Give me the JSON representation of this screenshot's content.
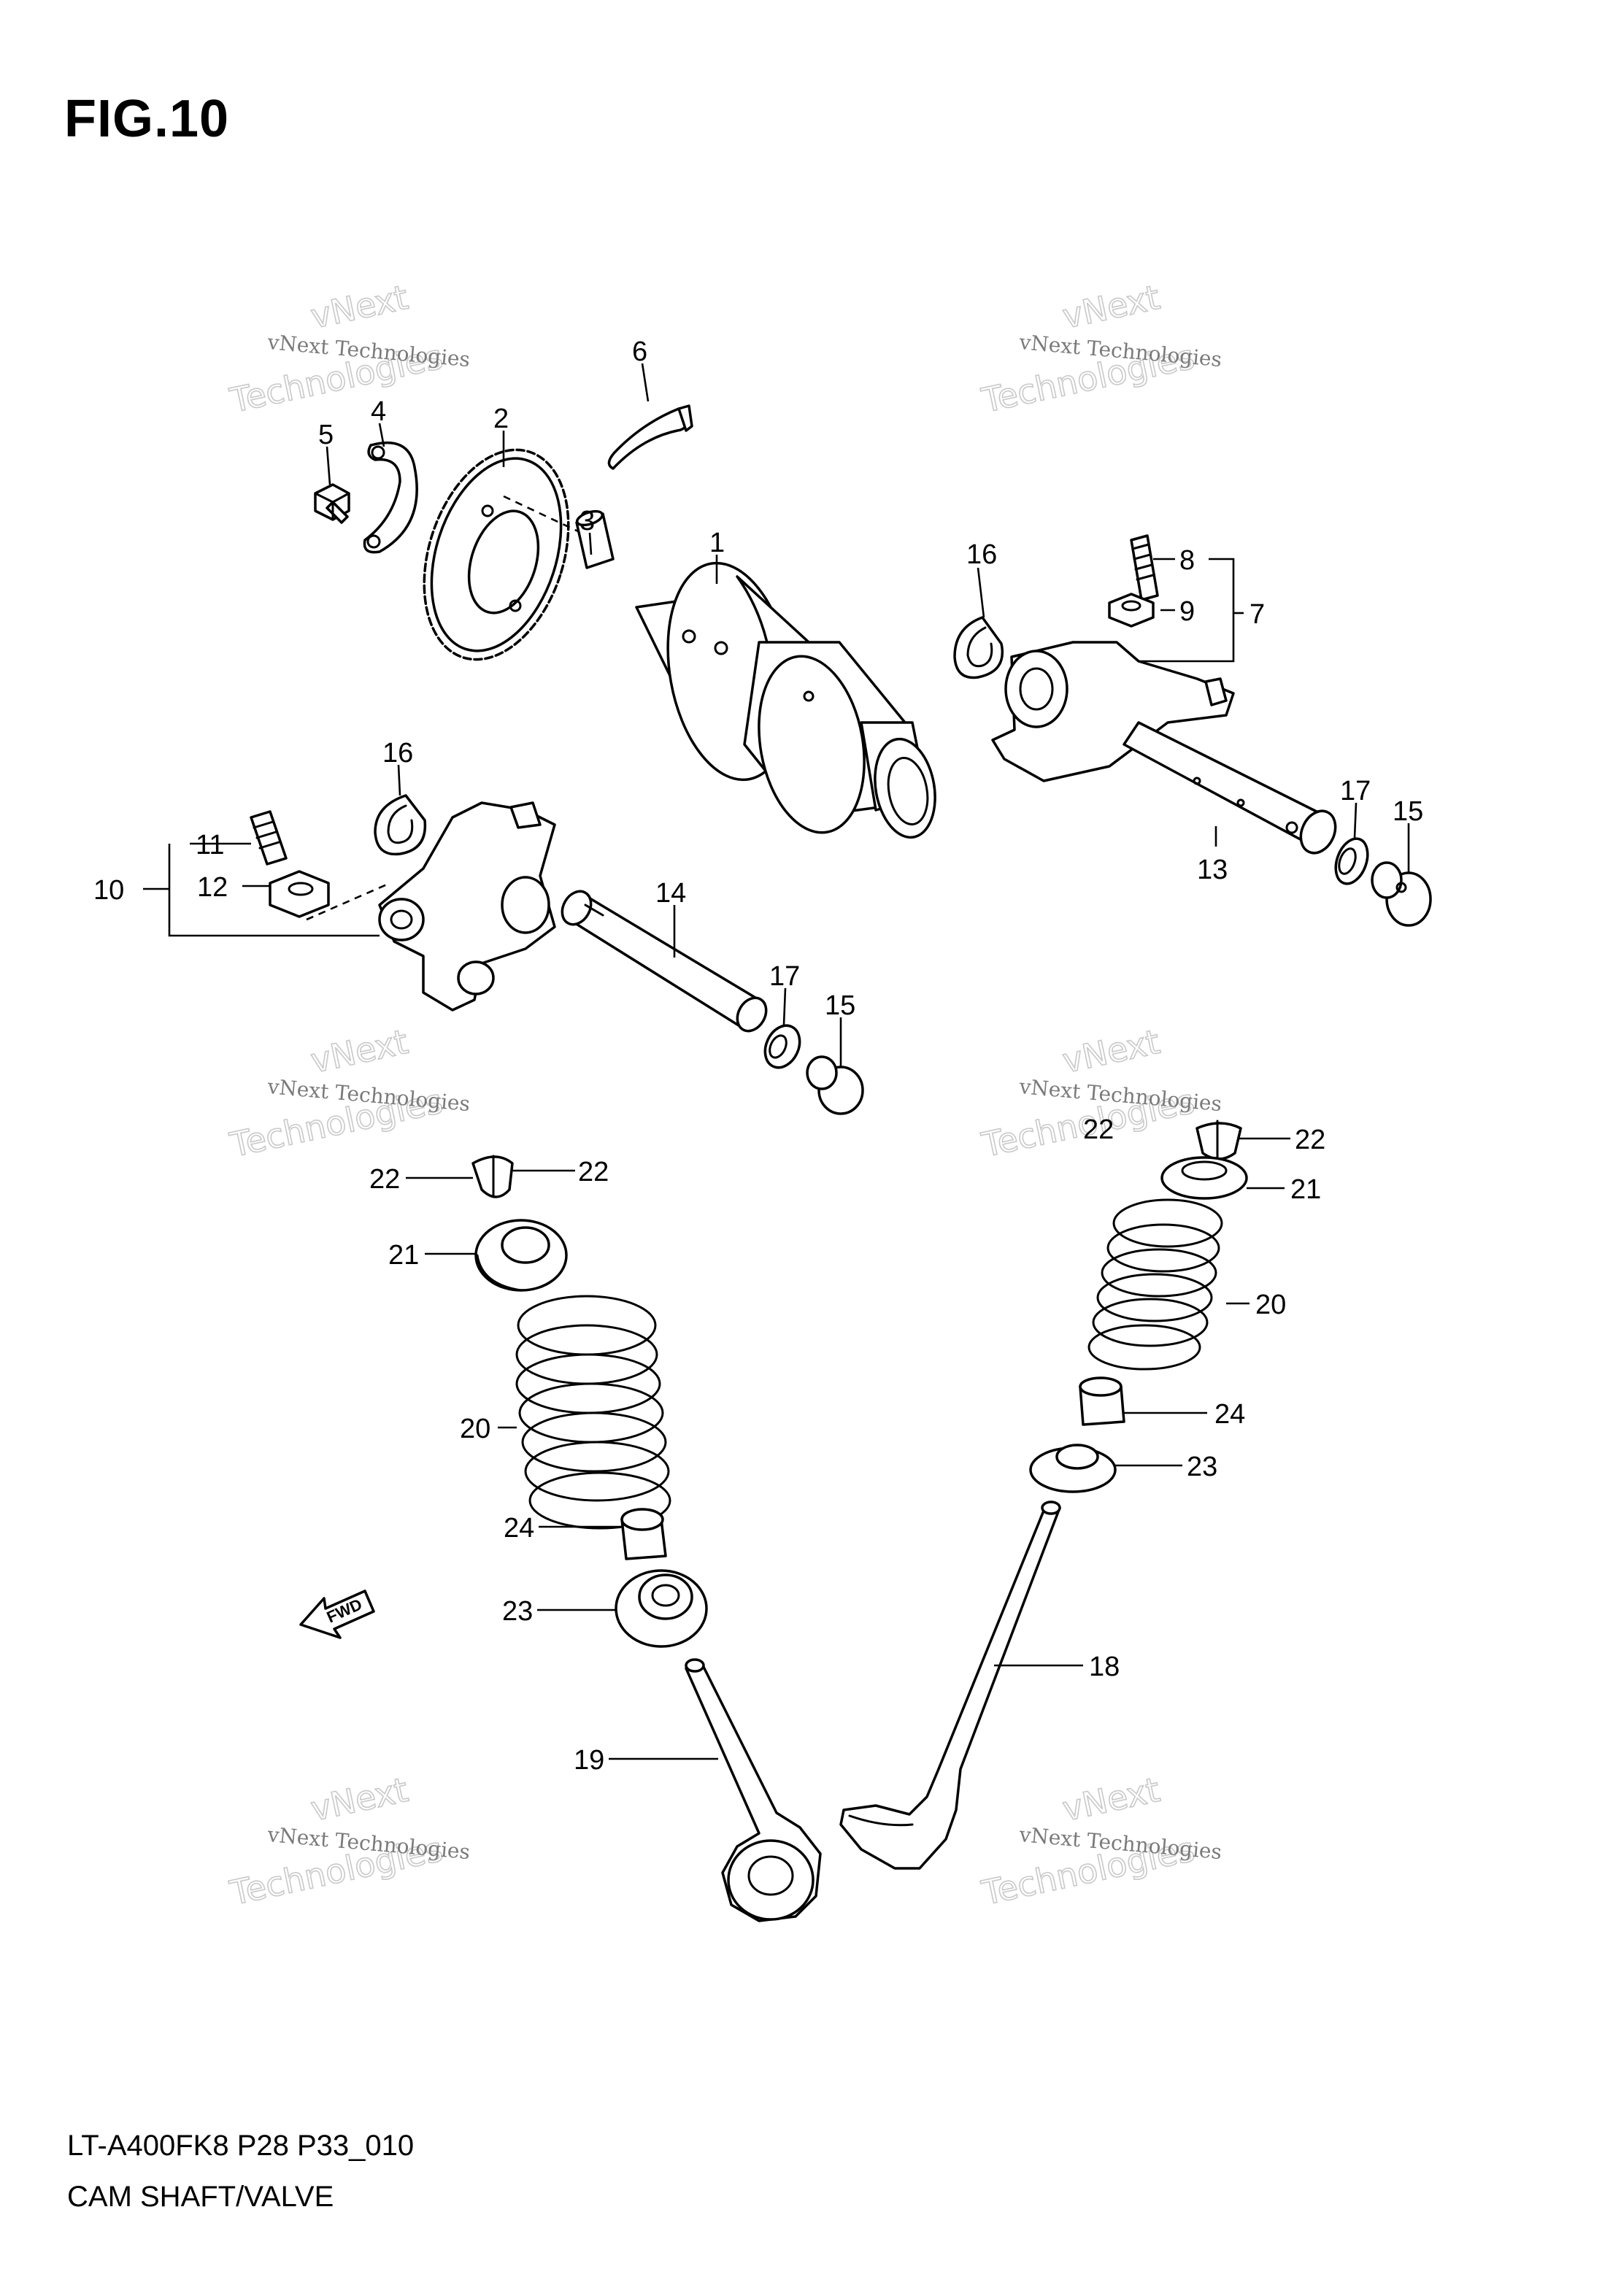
{
  "figure_title": "FIG.10",
  "footer": {
    "code": "LT-A400FK8 P28 P33_010",
    "title": "CAM SHAFT/VALVE"
  },
  "watermark": {
    "line1": "vNext Technologies",
    "line2_a": "vNext",
    "line2_b": "Technologies"
  },
  "direction_marker": "FWD",
  "callouts": {
    "c1": "1",
    "c2": "2",
    "c3": "3",
    "c4": "4",
    "c5": "5",
    "c6": "6",
    "c7": "7",
    "c8": "8",
    "c9": "9",
    "c10": "10",
    "c11": "11",
    "c12": "12",
    "c13": "13",
    "c14": "14",
    "c15a": "15",
    "c15b": "15",
    "c16a": "16",
    "c16b": "16",
    "c17a": "17",
    "c17b": "17",
    "c18": "18",
    "c19": "19",
    "c20a": "20",
    "c20b": "20",
    "c21a": "21",
    "c21b": "21",
    "c22a": "22",
    "c22b": "22",
    "c22c": "22",
    "c22d": "22",
    "c23a": "23",
    "c23b": "23",
    "c24a": "24",
    "c24b": "24"
  }
}
